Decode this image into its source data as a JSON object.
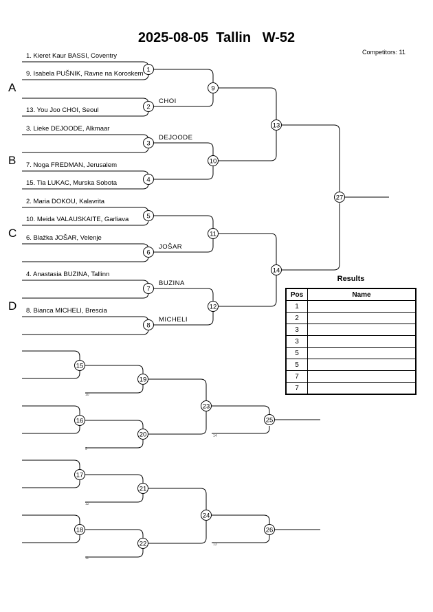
{
  "header": {
    "title": "2025-08-05  Tallin   W-52",
    "competitors": "Competitors: 11"
  },
  "pools": [
    "A",
    "B",
    "C",
    "D"
  ],
  "entrants": [
    "1. Kieret Kaur BASSI, Coventry",
    "9. Isabela PUŠNIK, Ravne na Koroskem",
    "13. You Joo CHOI, Seoul",
    "3. Lieke DEJOODE, Alkmaar",
    "7. Noga FREDMAN, Jerusalem",
    "15. Tia LUKAC, Murska Sobota",
    "2. Maria DOKOU, Kalavrita",
    "10. Meida VALAUSKAITE, Garliava",
    "6. Blažka JOŠAR, Velenje",
    "4. Anastasia BUZINA, Tallinn",
    "8. Bianca MICHELI, Brescia"
  ],
  "winners": [
    "CHOI",
    "DEJOODE",
    "JOŠAR",
    "BUZINA",
    "MICHELI"
  ],
  "matches": [
    "1",
    "2",
    "3",
    "4",
    "5",
    "6",
    "7",
    "8",
    "9",
    "10",
    "11",
    "12",
    "13",
    "14",
    "27",
    "15",
    "16",
    "17",
    "18",
    "19",
    "20",
    "21",
    "22",
    "23",
    "24",
    "25",
    "26"
  ],
  "repechage_refs": [
    "10",
    "9",
    "12",
    "11",
    "14",
    "13"
  ],
  "results": {
    "title": "Results",
    "columns": [
      "Pos",
      "Name"
    ],
    "rows": [
      {
        "pos": "1",
        "name": ""
      },
      {
        "pos": "2",
        "name": ""
      },
      {
        "pos": "3",
        "name": ""
      },
      {
        "pos": "3",
        "name": ""
      },
      {
        "pos": "5",
        "name": ""
      },
      {
        "pos": "5",
        "name": ""
      },
      {
        "pos": "7",
        "name": ""
      },
      {
        "pos": "7",
        "name": ""
      }
    ]
  }
}
